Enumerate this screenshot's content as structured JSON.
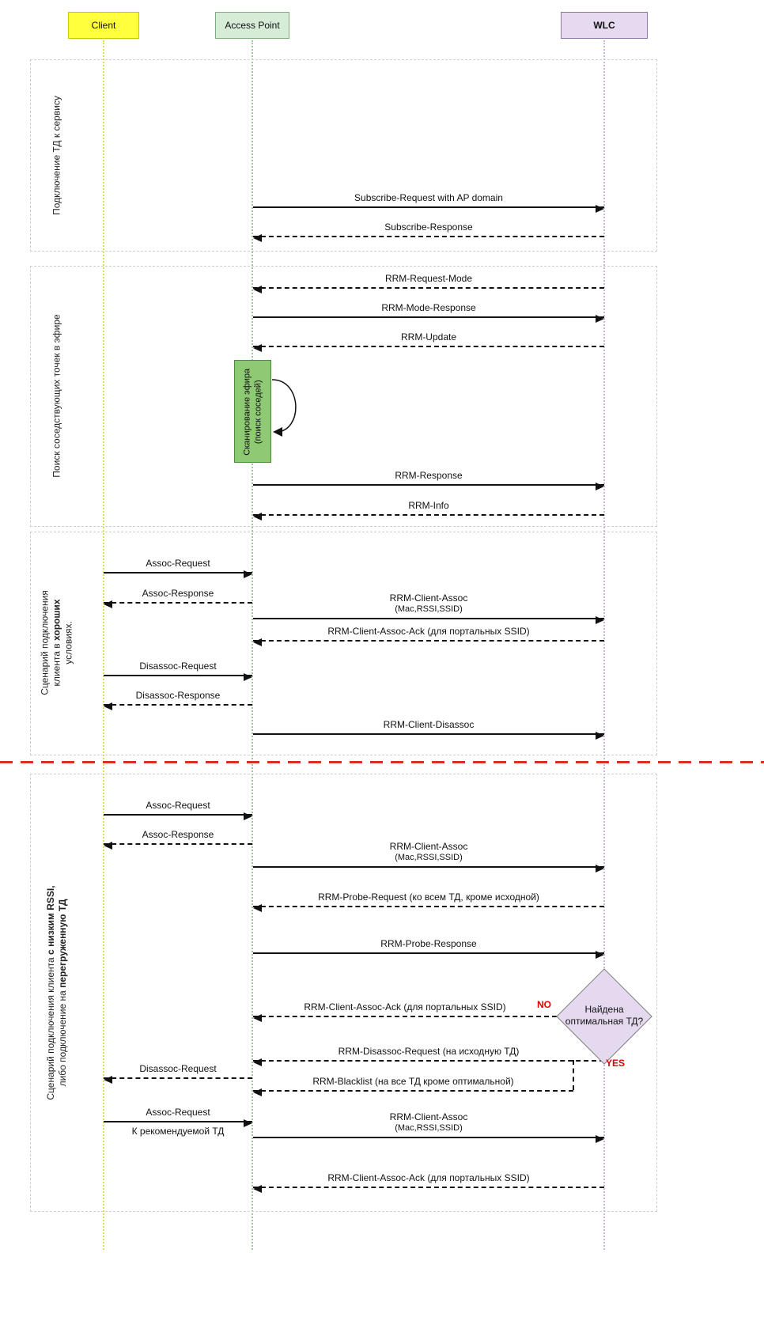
{
  "actors": {
    "client": "Client",
    "ap": "Access Point",
    "wlc": "WLC"
  },
  "sections": {
    "s1": {
      "title": "Подключение ТД к сервису",
      "msgs": {
        "subscribe_request": "Subscribe-Request with AP domain",
        "subscribe_response": "Subscribe-Response"
      }
    },
    "s2": {
      "title": "Поиск соседствующих точек в эфире",
      "msgs": {
        "rrm_request_mode": "RRM-Request-Mode",
        "rrm_mode_response": "RRM-Mode-Response",
        "rrm_update": "RRM-Update",
        "scan_line1": "Сканирование эфира",
        "scan_line2": "(поиск соседей)",
        "rrm_response": "RRM-Response",
        "rrm_info": "RRM-Info"
      }
    },
    "s3": {
      "title": {
        "l1": "Сценарий подключения",
        "l2a": "клиента в ",
        "l2b": "хороших",
        "l3": "условиях."
      },
      "msgs": {
        "assoc_request": "Assoc-Request",
        "assoc_response": "Assoc-Response",
        "rrm_client_assoc": "RRM-Client-Assoc",
        "rrm_client_assoc_sub": "(Mac,RSSI,SSID)",
        "rrm_client_assoc_ack": "RRM-Client-Assoc-Ack (для портальных SSID)",
        "disassoc_request": "Disassoc-Request",
        "disassoc_response": "Disassoc-Response",
        "rrm_client_disassoc": "RRM-Client-Disassoc"
      }
    },
    "s4": {
      "title": {
        "l1a": "Сценарий подключения клиента ",
        "l1b": "с низким RSSI,",
        "l2a": "либо подключение на ",
        "l2b": "перегруженную ТД"
      },
      "msgs": {
        "assoc_request": "Assoc-Request",
        "assoc_response": "Assoc-Response",
        "rrm_client_assoc": "RRM-Client-Assoc",
        "rrm_client_assoc_sub": "(Mac,RSSI,SSID)",
        "rrm_probe_request": "RRM-Probe-Request (ко всем ТД, кроме исходной)",
        "rrm_probe_response": "RRM-Probe-Response",
        "decision_line1": "Найдена",
        "decision_line2": "оптимальная ТД?",
        "no_label": "NO",
        "yes_label": "YES",
        "rrm_client_assoc_ack": "RRM-Client-Assoc-Ack (для портальных SSID)",
        "rrm_disassoc_request": "RRM-Disassoc-Request (на исходную ТД)",
        "disassoc_request": "Disassoc-Request",
        "rrm_blacklist": "RRM-Blacklist (на все ТД кроме оптимальной)",
        "assoc_request2": "Assoc-Request",
        "assoc_request2_sub": "К рекомендуемой ТД",
        "rrm_client_assoc2": "RRM-Client-Assoc",
        "rrm_client_assoc2_sub": "(Mac,RSSI,SSID)",
        "rrm_client_assoc_ack2": "RRM-Client-Assoc-Ack (для портальных SSID)"
      }
    }
  },
  "colors": {
    "client_fill": "#ffff3d",
    "ap_fill": "#d6ecd6",
    "wlc_fill": "#e5daf0",
    "scan_fill": "#8ec973",
    "decision_fill": "#e5d9ef",
    "divider_red": "#d93025",
    "branch_label_red": "#e00000"
  }
}
